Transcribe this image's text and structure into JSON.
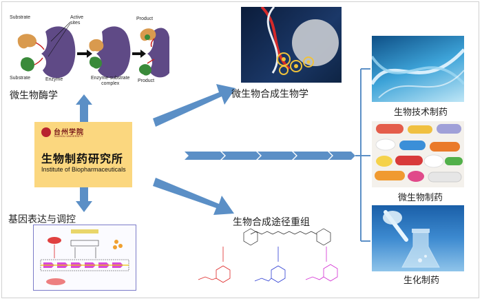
{
  "center": {
    "school_name": "台州学院",
    "school_name_en": "TAIZHOU UNIVERSITY",
    "title_cn": "生物制药研究所",
    "title_en": "Institute of Biopharmaceuticals"
  },
  "modules": {
    "enzymology": "微生物酶学",
    "synthetic_biology": "微生物合成生物学",
    "gene_expression": "基因表达与调控",
    "pathway_recombination": "生物合成途径重组"
  },
  "outputs": {
    "biotech": "生物技术制药",
    "microbial": "微生物制药",
    "biochemical": "生化制药"
  },
  "enzyme_diagram": {
    "substrate_top": "Substrate",
    "active_sites": "Active\nsites",
    "enzyme": "Enzyme",
    "substrate_bottom": "Substrate",
    "complex": "Enzyme-substrate\ncomplex",
    "product_top": "Product",
    "product_bottom": "Product"
  },
  "colors": {
    "arrow": "#5b8fc6",
    "center_box": "#fbd77f",
    "enzyme": "#5f4a86",
    "substrate_orange": "#d99a4e",
    "substrate_green": "#3a8a3a"
  }
}
